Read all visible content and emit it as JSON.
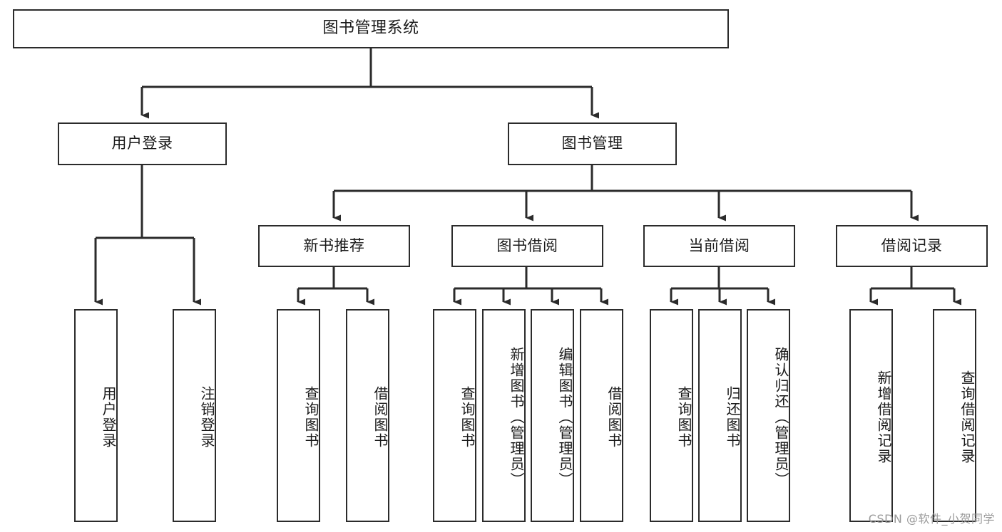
{
  "diagram": {
    "type": "tree-hierarchy",
    "title": "图书管理系统",
    "orientation": "top-down",
    "colors": {
      "box_border": "#2b2b2b",
      "box_fill": "#ffffff",
      "connector": "#2b2b2b",
      "page_background": "#ffffff",
      "watermark": "#9a9a9a"
    },
    "watermark": "CSDN @软件_小贺同学",
    "nodes": {
      "root": {
        "label": "图书管理系统"
      },
      "level2": [
        {
          "label": "用户登录"
        },
        {
          "label": "图书管理"
        }
      ],
      "level3": [
        {
          "label": "新书推荐"
        },
        {
          "label": "图书借阅"
        },
        {
          "label": "当前借阅"
        },
        {
          "label": "借阅记录"
        }
      ],
      "leaves": {
        "user_login": [
          {
            "label": "用户登录"
          },
          {
            "label": "注销登录"
          }
        ],
        "new_book_recommend": [
          {
            "label": "查询图书"
          },
          {
            "label": "借阅图书"
          }
        ],
        "book_borrow": [
          {
            "label": "查询图书"
          },
          {
            "label": "新增图书（管理员）"
          },
          {
            "label": "编辑图书（管理员）"
          },
          {
            "label": "借阅图书"
          }
        ],
        "current_borrow": [
          {
            "label": "查询图书"
          },
          {
            "label": "归还图书"
          },
          {
            "label": "确认归还（管理员）"
          }
        ],
        "borrow_record": [
          {
            "label": "新增借阅记录"
          },
          {
            "label": "查询借阅记录"
          }
        ]
      }
    }
  }
}
